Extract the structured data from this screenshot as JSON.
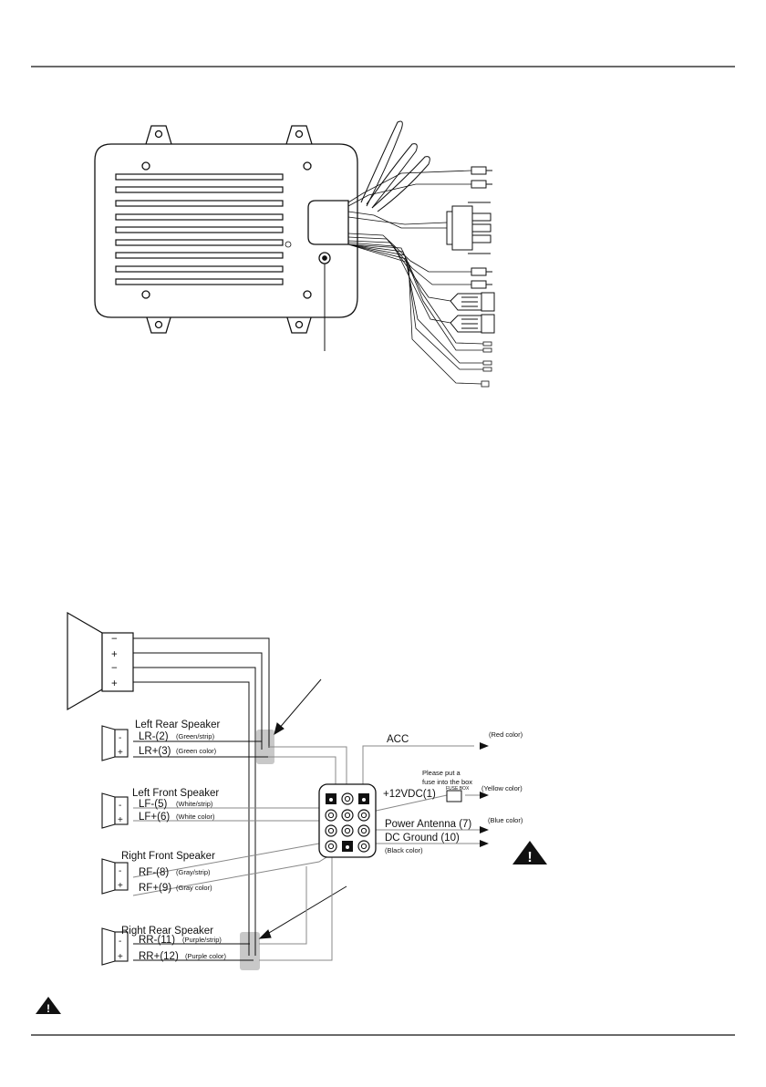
{
  "speakers": {
    "left_rear": {
      "title": "Left Rear Speaker",
      "neg": "LR-(2)",
      "neg_color": "(Green/strip)",
      "pos": "LR+(3)",
      "pos_color": "(Green color)"
    },
    "left_front": {
      "title": "Left Front Speaker",
      "neg": "LF-(5)",
      "neg_color": "(White/strip)",
      "pos": "LF+(6)",
      "pos_color": "(White color)"
    },
    "right_front": {
      "title": "Right Front Speaker",
      "neg": "RF-(8)",
      "neg_color": "(Gray/strip)",
      "pos": "RF+(9)",
      "pos_color": "(Gray color)"
    },
    "right_rear": {
      "title": "Right Rear Speaker",
      "neg": "RR-(11)",
      "neg_color": "(Purple/strip)",
      "pos": "RR+(12)",
      "pos_color": "(Purple color)"
    }
  },
  "terminal_signs": {
    "minus": "-",
    "plus": "+"
  },
  "big_speaker_signs": [
    "−",
    "+",
    "−",
    "+"
  ],
  "power": {
    "acc": "ACC",
    "acc_color": "(Red color)",
    "batt": "+12VDC(1)",
    "batt_color": "(Yellow color)",
    "fuse_note_1": "Please put a",
    "fuse_note_2": "fuse into the box",
    "fuse_box": "FUSE BOX",
    "antenna": "Power Antenna (7)",
    "antenna_color": "(Blue color)",
    "ground": "DC Ground (10)",
    "ground_color": "(Black color)"
  },
  "warning_symbol": "!",
  "colors": {
    "line": "#111111",
    "highlight": "#c8c8c8",
    "wire_gray": "#888888"
  }
}
